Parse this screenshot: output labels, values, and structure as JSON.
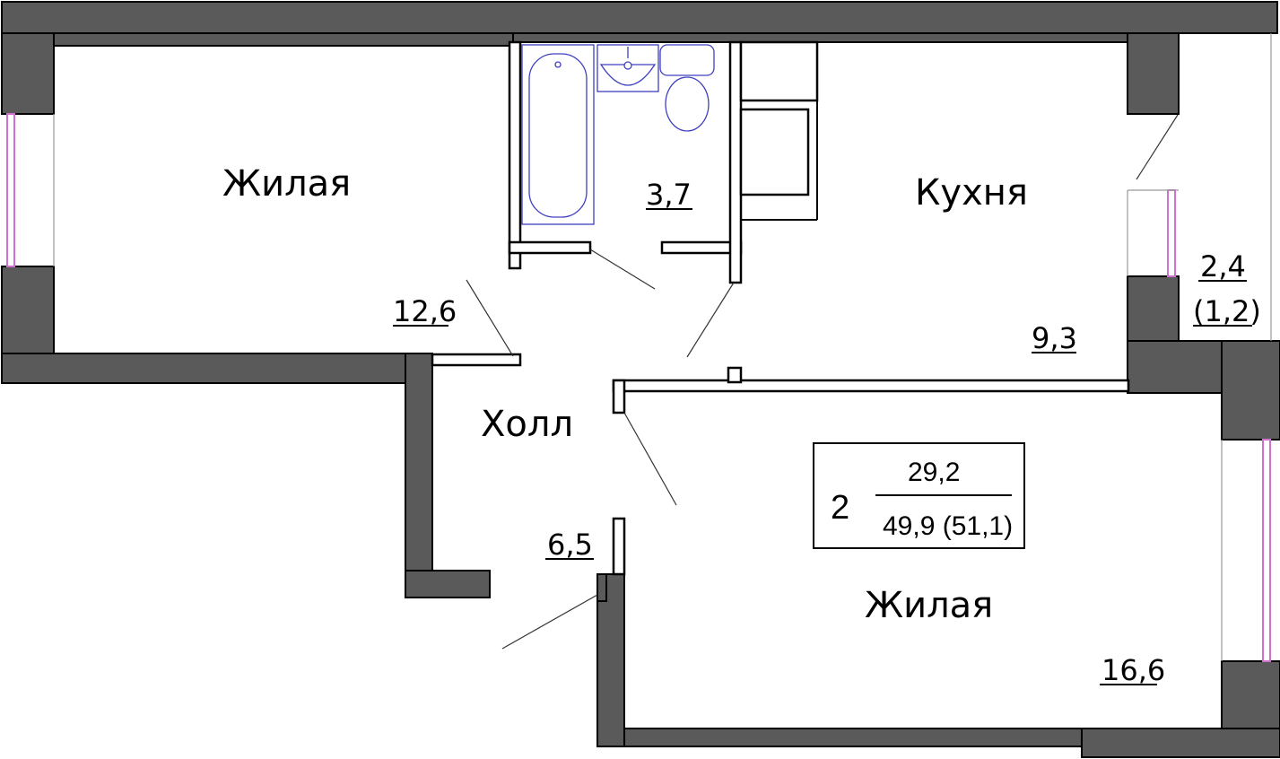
{
  "rooms": {
    "living_left": {
      "label": "Жилая",
      "area": "12,6"
    },
    "bathroom": {
      "area": "3,7"
    },
    "kitchen": {
      "label": "Кухня",
      "area": "9,3"
    },
    "balcony": {
      "area": "2,4",
      "area_reduced": "(1,2)"
    },
    "hall": {
      "label": "Холл",
      "area": "6,5"
    },
    "living_right": {
      "label": "Жилая",
      "area": "16,6"
    }
  },
  "summary": {
    "rooms_count": "2",
    "living_area": "29,2",
    "total_area": "49,9 (51,1)"
  },
  "colors": {
    "wall": "#5a5a5a",
    "plumbing": "#4040c0",
    "window_frame": "#d070d0"
  }
}
